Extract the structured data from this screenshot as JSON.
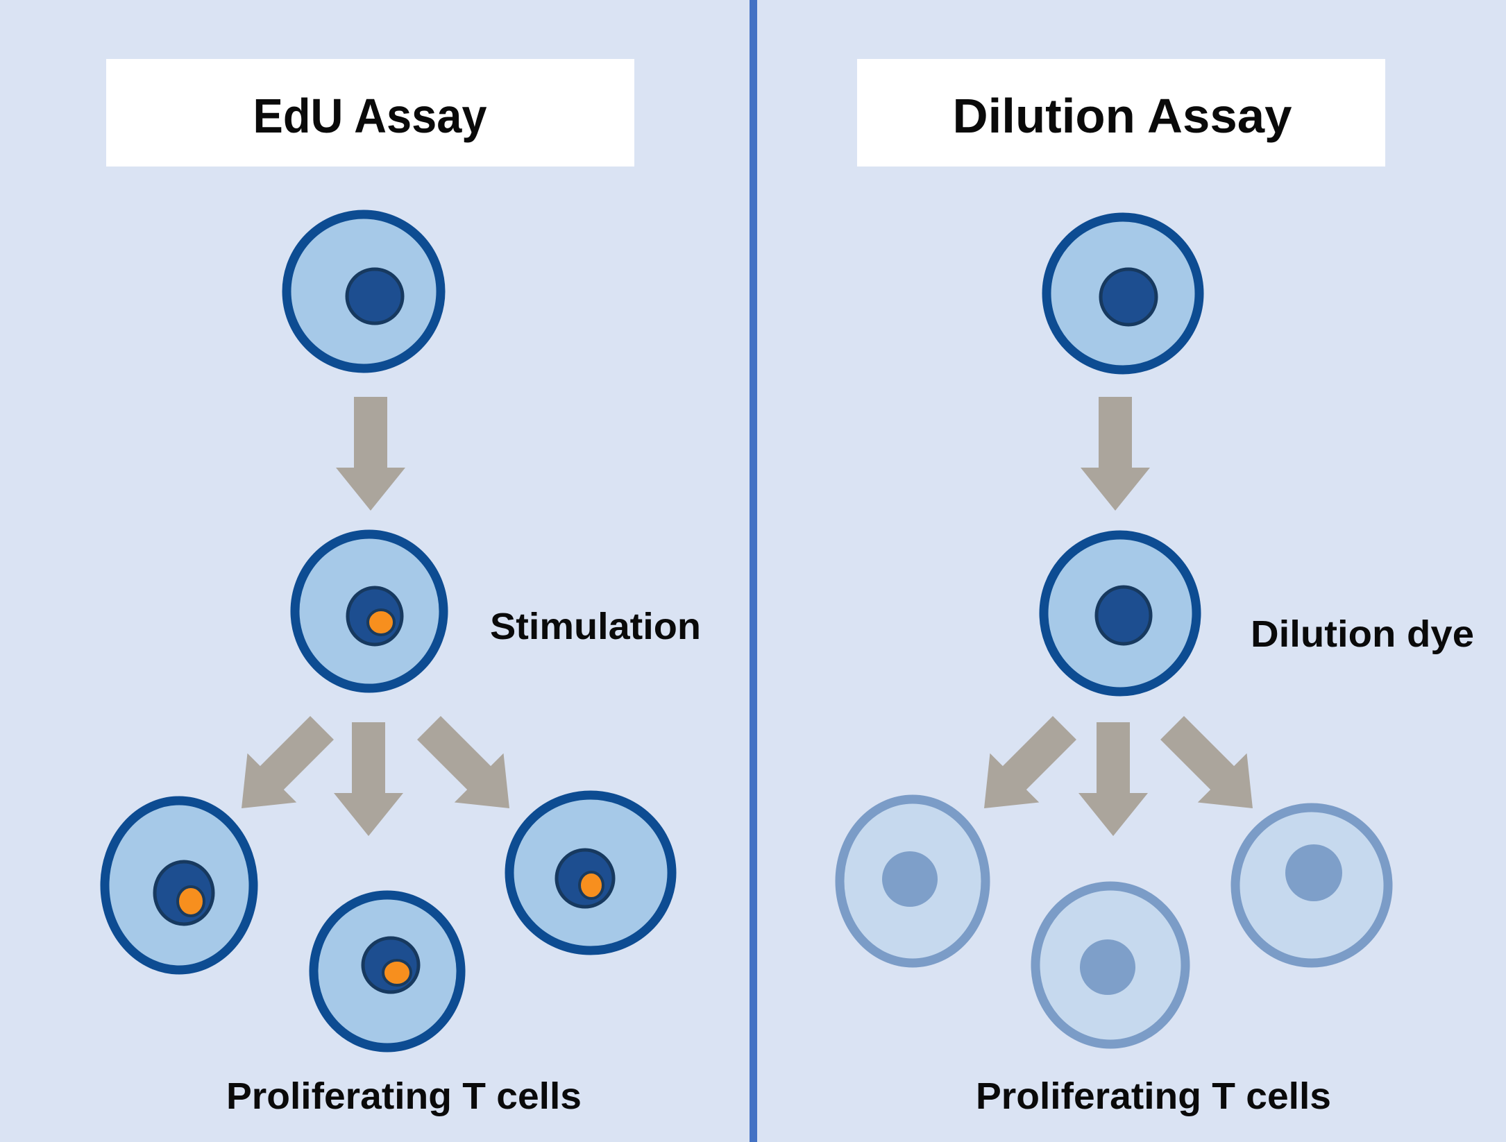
{
  "panels": [
    {
      "id": "edu-assay",
      "title": "EdU Assay",
      "process_label": "Stimulation",
      "result_caption": "Proliferating T cells"
    },
    {
      "id": "dilution-assay",
      "title": "Dilution Assay",
      "process_label": "Dilution dye",
      "result_caption": "Proliferating T cells"
    }
  ],
  "colors": {
    "background": "#dae3f3",
    "divider": "#4472c4",
    "title_box": "#ffffff",
    "text": "#0a0a0a",
    "cell_fill": "#a6c9e8",
    "cell_border": "#0d4c92",
    "nucleus_fill": "#1d4e90",
    "nucleus_border": "#17395f",
    "edu_dye_orange": "#f78f1e",
    "diluted_cell_fill": "#c6d9ee",
    "diluted_cell_border": "#7b9cc7",
    "diluted_nucleus": "#7e9fc9",
    "arrow_gray": "#aba59c"
  }
}
